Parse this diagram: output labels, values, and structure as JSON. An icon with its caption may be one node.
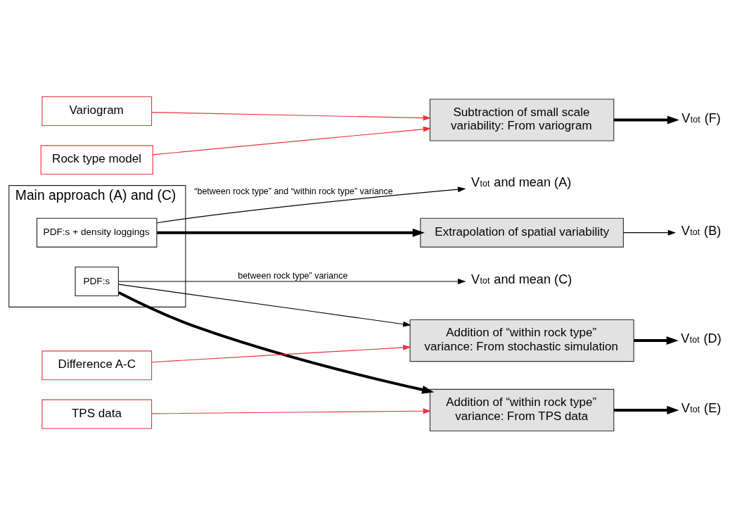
{
  "diagram": {
    "nodes": [
      {
        "text": [
          "Main approach (A) and (C)"
        ]
      },
      {
        "text": [
          "PDF:s + density loggings"
        ],
        "in": 0
      },
      {
        "text": [
          "PDF:s"
        ],
        "in": 0
      },
      {
        "text": [
          "V$_{tot}$ and mean (A)"
        ]
      },
      {
        "text": [
          "Extrapolation of spatial variability"
        ]
      },
      {
        "text": [
          "V$_{tot}$ (B)"
        ]
      },
      {
        "text": [
          "V$_{tot}$ and mean (C)"
        ]
      },
      {
        "text": [
          "Addition of “within rock type” variance: From stochastic simulation"
        ]
      },
      {
        "text": [
          "V$_{tot}$ (D)"
        ]
      },
      {
        "text": [
          "Addition of “within rock type” variance: From TPS data"
        ]
      },
      {
        "text": [
          "V$_{tot}$ (E)"
        ]
      },
      {
        "text": [
          "Subtraction of small scale variability: From variogram"
        ]
      },
      {
        "text": [
          "V$_{tot}$ (F)"
        ]
      },
      {
        "text": [
          "Difference A-C"
        ]
      },
      {
        "text": [
          "TPS data"
        ]
      },
      {
        "text": [
          "Variogram"
        ]
      },
      {
        "text": [
          "Rock type model"
        ]
      }
    ],
    "edges": [
      {
        "from": 1,
        "to": 3,
        "arrow": "to",
        "label": "“between rock type” and “within rock type” variance"
      },
      {
        "from": 1,
        "to": 4,
        "arrow": "to",
        "style": "thick"
      },
      {
        "from": 4,
        "to": 5,
        "arrow": "to"
      },
      {
        "from": 2,
        "to": 6,
        "arrow": "to",
        "label": "between rock type” variance"
      },
      {
        "from": 2,
        "to": 7,
        "arrow": "to"
      },
      {
        "from": 2,
        "to": 9,
        "arrow": "to",
        "style": "thick"
      },
      {
        "from": 13,
        "to": 7,
        "arrow": "to",
        "color": "#e8333a"
      },
      {
        "from": 7,
        "to": 8,
        "arrow": "to",
        "style": "thick"
      },
      {
        "from": 14,
        "to": 9,
        "arrow": "to",
        "color": "#e8333a"
      },
      {
        "from": 9,
        "to": 10,
        "arrow": "to",
        "style": "thick"
      },
      {
        "from": 15,
        "to": 11,
        "arrow": "to",
        "color": "#e8333a"
      },
      {
        "from": 16,
        "to": 11,
        "arrow": "to",
        "color": "#e8333a"
      },
      {
        "from": 11,
        "to": 12,
        "arrow": "to",
        "style": "thick"
      }
    ]
  }
}
